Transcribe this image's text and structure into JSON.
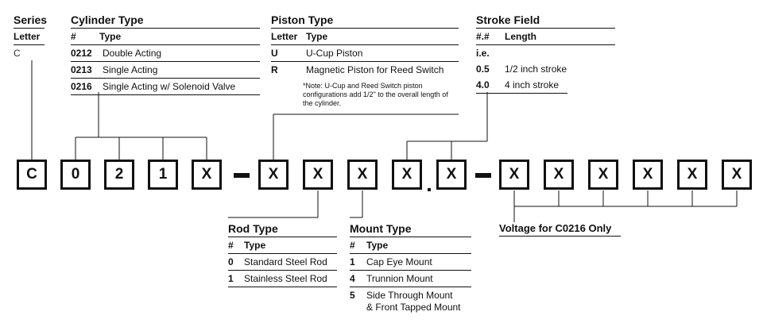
{
  "series": {
    "title": "Series",
    "col_header": "Letter",
    "value": "C"
  },
  "cylinder": {
    "title": "Cylinder Type",
    "headers": [
      "#",
      "Type"
    ],
    "rows": [
      {
        "code": "0212",
        "type": "Double Acting"
      },
      {
        "code": "0213",
        "type": "Single Acting"
      },
      {
        "code": "0216",
        "type": "Single Acting w/ Solenoid Valve"
      }
    ]
  },
  "piston": {
    "title": "Piston Type",
    "headers": [
      "Letter",
      "Type"
    ],
    "rows": [
      {
        "code": "U",
        "type": "U-Cup Piston"
      },
      {
        "code": "R",
        "type": "Magnetic Piston for Reed Switch"
      }
    ],
    "note": "*Note: U-Cup and Reed Switch piston configurations add 1/2\" to the overall length of the cylinder."
  },
  "stroke": {
    "title": "Stroke Field",
    "headers": [
      "#.#",
      "Length"
    ],
    "example_label": "i.e.",
    "rows": [
      {
        "code": "0.5",
        "type": "1/2 inch stroke"
      },
      {
        "code": "4.0",
        "type": "4 inch stroke"
      }
    ]
  },
  "rod": {
    "title": "Rod Type",
    "headers": [
      "#",
      "Type"
    ],
    "rows": [
      {
        "code": "0",
        "type": "Standard Steel Rod"
      },
      {
        "code": "1",
        "type": "Stainless Steel Rod"
      }
    ]
  },
  "mount": {
    "title": "Mount Type",
    "headers": [
      "#",
      "Type"
    ],
    "rows": [
      {
        "code": "1",
        "type": "Cap Eye Mount"
      },
      {
        "code": "4",
        "type": "Trunnion Mount"
      },
      {
        "code": "5",
        "type": "Side Through Mount",
        "type2": "& Front Tapped Mount"
      }
    ]
  },
  "voltage": {
    "title": "Voltage for C0216 Only"
  },
  "code_boxes": [
    "C",
    "0",
    "2",
    "1",
    "X",
    "X",
    "X",
    "X",
    "X",
    "X",
    "X",
    "X",
    "X",
    "X",
    "X",
    "X"
  ]
}
